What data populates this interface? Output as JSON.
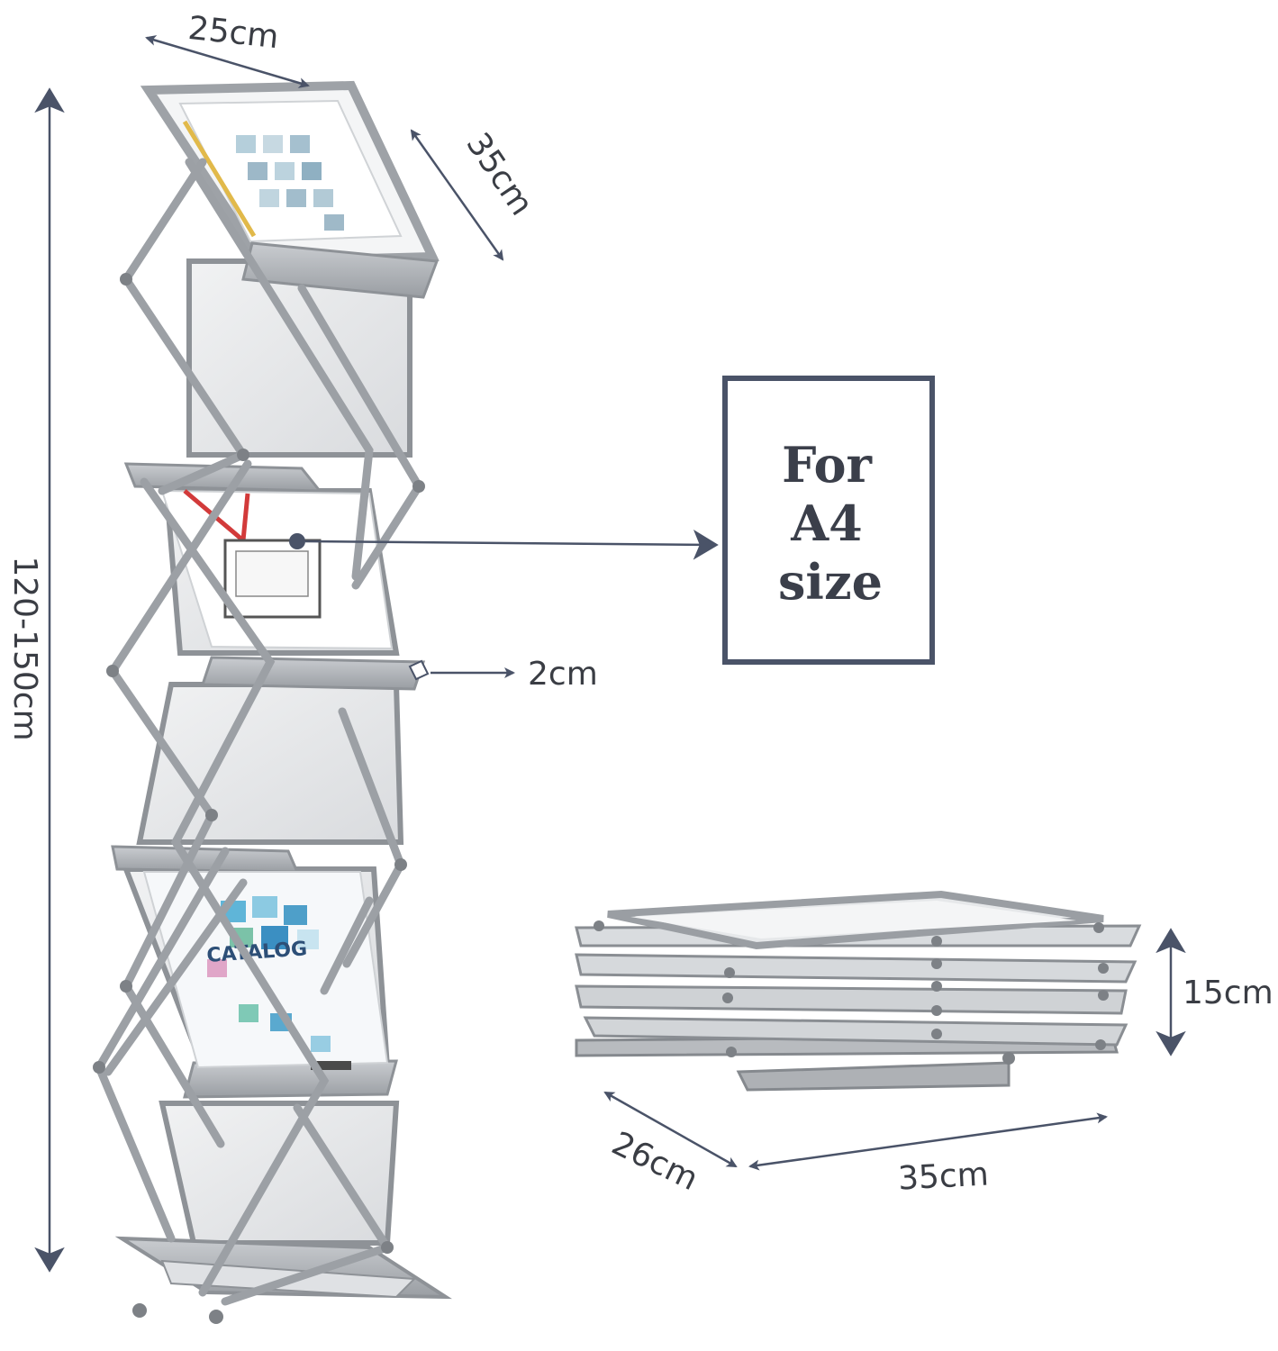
{
  "colors": {
    "arrow": "#4a5368",
    "frame": "#9fa3a8",
    "frame_dark": "#7d8186",
    "panel": "#e4e6e8",
    "label_box": "#4a5368",
    "text": "#3a3d44"
  },
  "dimensions": {
    "top_width": "25cm",
    "top_depth": "35cm",
    "height": "120-150cm",
    "lip": "2cm",
    "folded_height": "15cm",
    "folded_depth": "26cm",
    "folded_width": "35cm"
  },
  "a4_label": {
    "line1": "For",
    "line2": "A4",
    "line3": "size"
  },
  "catalog_text": "CATALOG"
}
